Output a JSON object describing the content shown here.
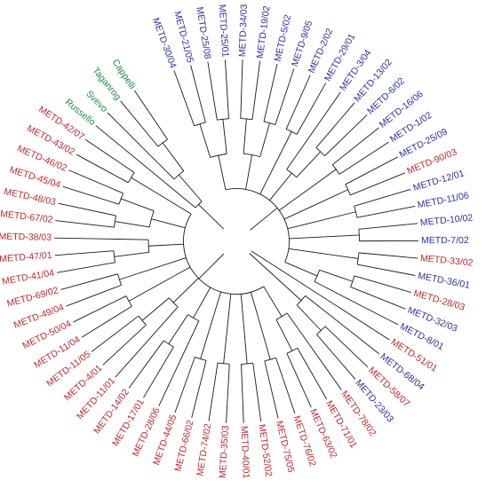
{
  "colors": {
    "blue": "#2b2fa3",
    "red": "#c0272d",
    "green": "#1e8c3a",
    "branch": "#1a1a1a"
  },
  "tree": {
    "c": [
      {
        "c": [
          {
            "c": [
              {
                "c": [
                  {
                    "label": "METD-30/04",
                    "color": "blue"
                  },
                  {
                    "label": "METD-21/05",
                    "color": "blue"
                  }
                ]
              },
              {
                "c": [
                  {
                    "label": "METD-25/08",
                    "color": "blue"
                  },
                  {
                    "label": "METD-25/01",
                    "color": "blue"
                  }
                ]
              }
            ]
          },
          {
            "c": [
              {
                "c": [
                  {
                    "label": "METD-34/03",
                    "color": "blue"
                  },
                  {
                    "label": "METD-19/02",
                    "color": "blue"
                  }
                ]
              },
              {
                "c": [
                  {
                    "label": "METD-5/02",
                    "color": "blue"
                  },
                  {
                    "label": "METD-9/05",
                    "color": "blue"
                  }
                ]
              }
            ]
          },
          {
            "c": [
              {
                "label": "METD-2/02",
                "color": "blue"
              },
              {
                "label": "METD-29/01",
                "color": "blue"
              }
            ]
          },
          {
            "c": [
              {
                "label": "METD-3/04",
                "color": "blue"
              },
              {
                "c": [
                  {
                    "label": "METD-13/02",
                    "color": "blue"
                  },
                  {
                    "label": "METD-6/02",
                    "color": "blue"
                  }
                ]
              }
            ]
          },
          {
            "c": [
              {
                "label": "METD-16/06",
                "color": "blue"
              },
              {
                "label": "METD-1/02",
                "color": "blue"
              }
            ]
          },
          {
            "c": [
              {
                "label": "METD-25/09",
                "color": "blue"
              },
              {
                "label": "METD-90/03",
                "color": "red"
              }
            ]
          },
          {
            "c": [
              {
                "label": "METD-12/01",
                "color": "blue"
              },
              {
                "label": "METD-11/06",
                "color": "blue"
              }
            ]
          },
          {
            "c": [
              {
                "label": "METD-10/02",
                "color": "blue"
              },
              {
                "label": "METD-7/02",
                "color": "blue"
              }
            ]
          },
          {
            "c": [
              {
                "label": "METD-33/02",
                "color": "red"
              },
              {
                "label": "METD-36/01",
                "color": "blue"
              }
            ]
          },
          {
            "c": [
              {
                "c": [
                  {
                    "label": "METD-28/03",
                    "color": "red"
                  },
                  {
                    "label": "METD-32/03",
                    "color": "blue"
                  }
                ]
              },
              {
                "label": "METD-8/01",
                "color": "blue"
              }
            ]
          }
        ]
      },
      {
        "label": "METD-51/01",
        "color": "red"
      },
      {
        "c": [
          {
            "label": "METD-68/04",
            "color": "blue"
          },
          {
            "c": [
              {
                "label": "METD-58/07",
                "color": "red"
              },
              {
                "label": "METD-23/03",
                "color": "blue"
              }
            ]
          }
        ]
      },
      {
        "c": [
          {
            "c": [
              {
                "label": "METD-78/02",
                "color": "red"
              },
              {
                "c": [
                  {
                    "label": "METD-71/01",
                    "color": "red"
                  },
                  {
                    "label": "METD-63/02",
                    "color": "red"
                  }
                ]
              }
            ]
          },
          {
            "c": [
              {
                "label": "METD-76/02",
                "color": "red"
              },
              {
                "label": "METD-75/05",
                "color": "red"
              }
            ]
          },
          {
            "c": [
              {
                "label": "METD-52/02",
                "color": "red"
              },
              {
                "label": "METD-40/01",
                "color": "red"
              }
            ]
          },
          {
            "c": [
              {
                "label": "METD-35/03",
                "color": "red"
              },
              {
                "label": "METD-74/02",
                "color": "red"
              }
            ]
          },
          {
            "c": [
              {
                "label": "METD-66/02",
                "color": "red"
              },
              {
                "label": "METD-44/05",
                "color": "red"
              }
            ]
          },
          {
            "c": [
              {
                "label": "METD-28/06",
                "color": "red"
              },
              {
                "c": [
                  {
                    "label": "METD-17/01",
                    "color": "red"
                  },
                  {
                    "label": "METD-14/02",
                    "color": "red"
                  }
                ]
              }
            ]
          },
          {
            "c": [
              {
                "label": "METD-11/01",
                "color": "red"
              },
              {
                "c": [
                  {
                    "label": "METD-4/01",
                    "color": "red"
                  },
                  {
                    "label": "METD-11/05",
                    "color": "red"
                  }
                ]
              }
            ]
          },
          {
            "c": [
              {
                "label": "METD-11/04",
                "color": "red"
              },
              {
                "label": "METD-50/04",
                "color": "red"
              }
            ]
          },
          {
            "c": [
              {
                "label": "METD-49/04",
                "color": "red"
              },
              {
                "label": "METD-69/02",
                "color": "red"
              }
            ]
          },
          {
            "c": [
              {
                "c": [
                  {
                    "label": "METD-41/04",
                    "color": "red"
                  },
                  {
                    "label": "METD-47/01",
                    "color": "red"
                  }
                ]
              },
              {
                "label": "METD-38/03",
                "color": "red"
              }
            ]
          },
          {
            "c": [
              {
                "c": [
                  {
                    "label": "METD-67/02",
                    "color": "red"
                  },
                  {
                    "label": "METD-48/03",
                    "color": "red"
                  }
                ]
              },
              {
                "c": [
                  {
                    "label": "METD-45/04",
                    "color": "red"
                  },
                  {
                    "label": "METD-46/02",
                    "color": "red"
                  }
                ]
              }
            ]
          },
          {
            "c": [
              {
                "label": "METD-43/02",
                "color": "red"
              },
              {
                "label": "METD-42/07",
                "color": "red"
              }
            ]
          }
        ]
      },
      {
        "c": [
          {
            "label": "Russello",
            "color": "green"
          },
          {
            "c": [
              {
                "label": "Svevo",
                "color": "green"
              },
              {
                "c": [
                  {
                    "label": "Taganrog",
                    "color": "green"
                  },
                  {
                    "label": "Cappelli",
                    "color": "green"
                  }
                ]
              }
            ]
          }
        ]
      }
    ]
  }
}
